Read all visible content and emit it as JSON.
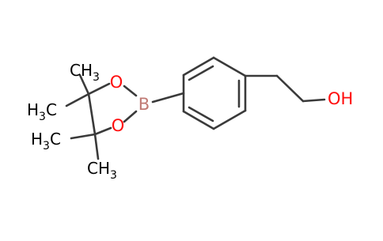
{
  "molecule": {
    "atoms": {
      "boron": "B",
      "oxygen_upper": "O",
      "oxygen_lower": "O",
      "hydroxyl": "OH"
    },
    "methyl_groups": [
      {
        "main": "H",
        "sub": "3",
        "tail": "C"
      },
      {
        "main": "H",
        "sub": "3",
        "tail": "C"
      },
      {
        "main": "CH",
        "sub": "3"
      },
      {
        "main": "CH",
        "sub": "3"
      }
    ],
    "colors": {
      "bond": "#3a3a3a",
      "carbon_label": "#000000",
      "oxygen": "#ff0d0d",
      "boron": "#ffb5b5",
      "boron_text": "#c07a74"
    }
  }
}
